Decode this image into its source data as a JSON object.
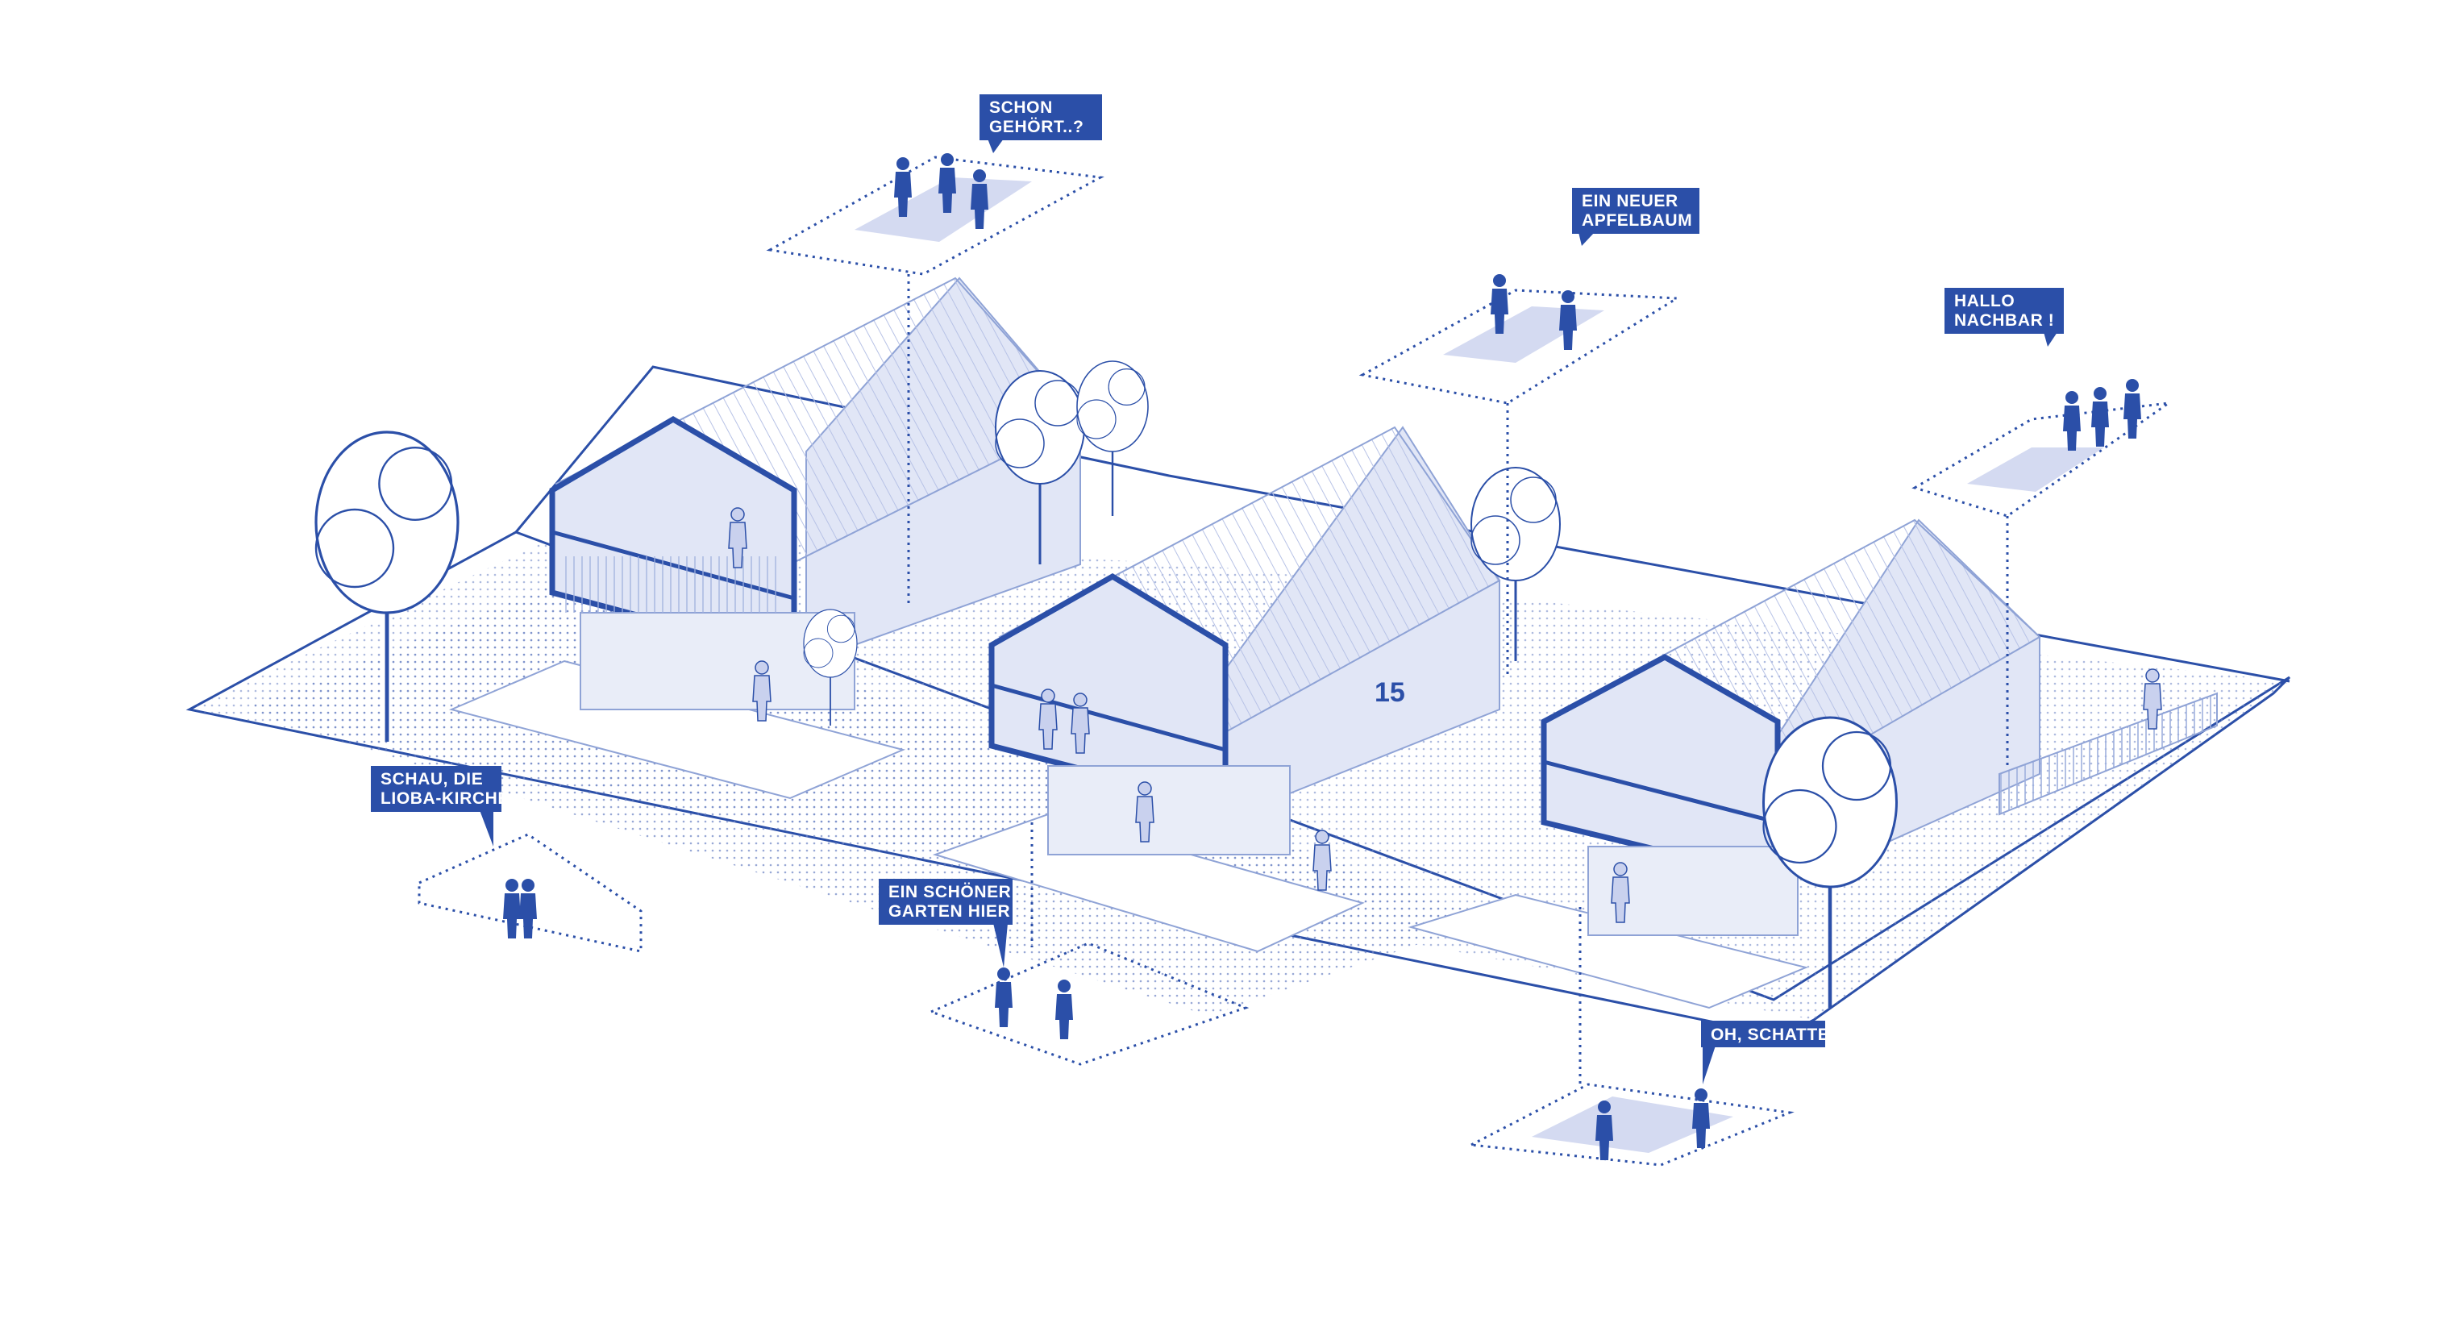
{
  "colors": {
    "ink": "#2b4fa8",
    "ink_light": "#8fa3d6",
    "fill_light": "#e1e6f6",
    "fill_mid": "#c9d1ee",
    "callout_bg": "#2b4fa8",
    "callout_text": "#ffffff",
    "paper": "#ffffff"
  },
  "callouts": [
    {
      "id": "schon-gehoert",
      "lines": [
        "SCHON",
        "GEHÖRT..?"
      ]
    },
    {
      "id": "ein-neuer-apfelbaum",
      "lines": [
        "EIN NEUER",
        "APFELBAUM"
      ]
    },
    {
      "id": "hallo-nachbar",
      "lines": [
        "HALLO",
        "NACHBAR !"
      ]
    },
    {
      "id": "schau-die-lioba-kirche",
      "lines": [
        "SCHAU, DIE",
        "LIOBA-KIRCHE"
      ]
    },
    {
      "id": "ein-schoener-garten-hier",
      "lines": [
        "EIN SCHÖNER",
        "GARTEN HIER"
      ]
    },
    {
      "id": "oh-schatten",
      "lines": [
        "OH, SCHATTEN"
      ]
    }
  ],
  "house_number": "15"
}
